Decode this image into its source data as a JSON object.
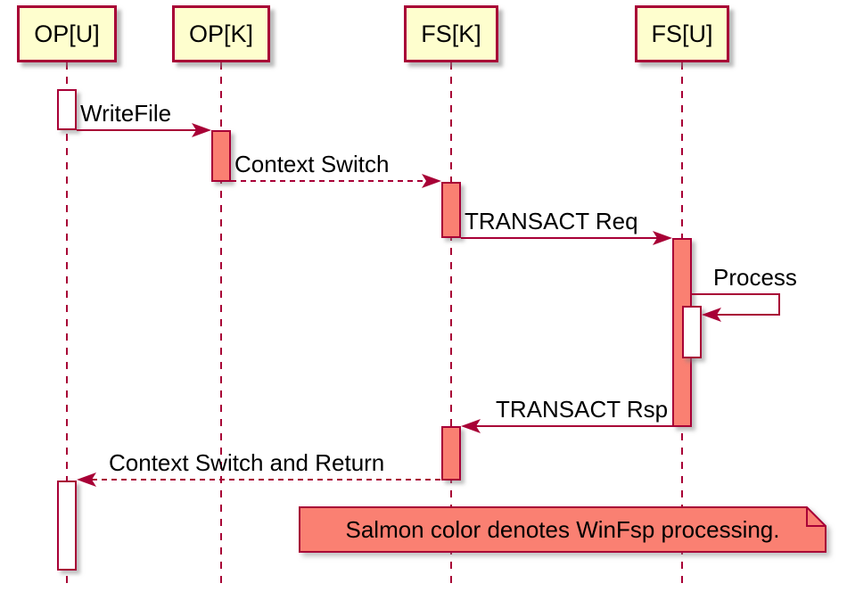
{
  "diagram": {
    "type": "uml-sequence-diagram",
    "colors": {
      "participant_fill": "#FEFECE",
      "border_and_lines": "#A80036",
      "activation_salmon": "#FA8072",
      "activation_white": "#FFFFFF",
      "note_fill": "#FA8072",
      "text": "#000000",
      "background": "#FFFFFF"
    },
    "participants": [
      {
        "id": "op-u",
        "label": "OP[U]"
      },
      {
        "id": "op-k",
        "label": "OP[K]"
      },
      {
        "id": "fs-k",
        "label": "FS[K]"
      },
      {
        "id": "fs-u",
        "label": "FS[U]"
      }
    ],
    "messages": [
      {
        "label": "WriteFile",
        "from": "OP[U]",
        "to": "OP[K]",
        "line": "solid",
        "direction": "right"
      },
      {
        "label": "Context Switch",
        "from": "OP[K]",
        "to": "FS[K]",
        "line": "dashed",
        "direction": "right"
      },
      {
        "label": "TRANSACT Req",
        "from": "FS[K]",
        "to": "FS[U]",
        "line": "solid",
        "direction": "right"
      },
      {
        "label": "Process",
        "from": "FS[U]",
        "to": "FS[U]",
        "line": "solid",
        "direction": "self"
      },
      {
        "label": "TRANSACT Rsp",
        "from": "FS[U]",
        "to": "FS[K]",
        "line": "solid",
        "direction": "left"
      },
      {
        "label": "Context Switch and Return",
        "from": "FS[K]",
        "to": "OP[U]",
        "line": "dashed",
        "direction": "left"
      }
    ],
    "note": {
      "text": "Salmon color denotes WinFsp processing."
    }
  }
}
